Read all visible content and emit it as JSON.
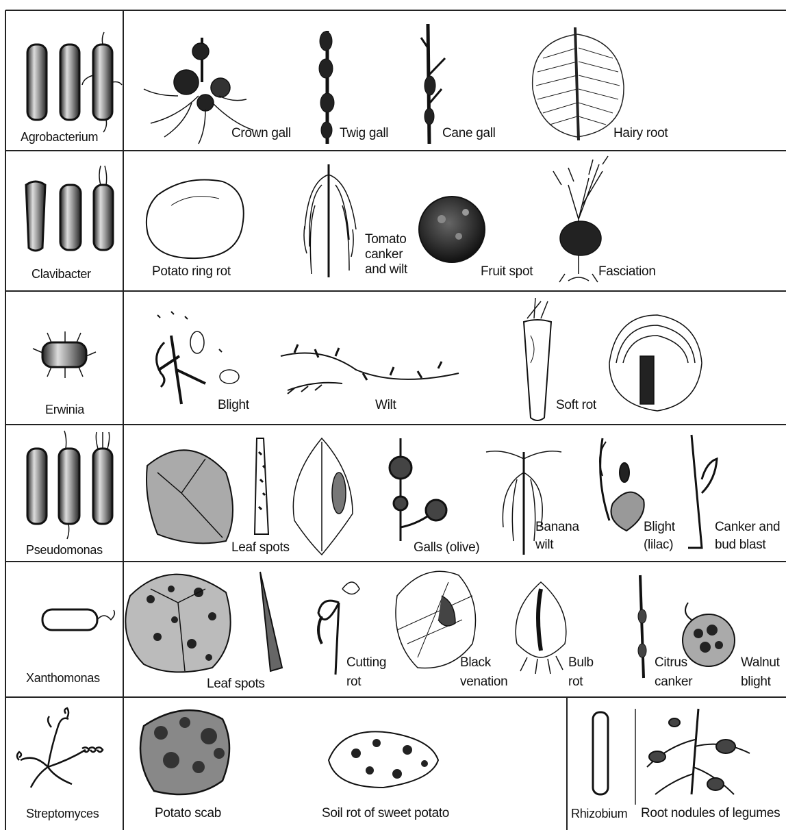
{
  "rows": [
    {
      "organism": "Agrobacterium",
      "diseases": [
        "Crown gall",
        "Twig gall",
        "Cane gall",
        "Hairy root"
      ]
    },
    {
      "organism": "Clavibacter",
      "diseases": [
        "Potato ring rot",
        "Tomato\ncanker\nand wilt",
        "Fruit spot",
        "Fasciation"
      ]
    },
    {
      "organism": "Erwinia",
      "diseases": [
        "Blight",
        "Wilt",
        "Soft rot"
      ]
    },
    {
      "organism": "Pseudomonas",
      "diseases": [
        "Leaf spots",
        "Galls (olive)",
        "Banana\nwilt",
        "Blight\n(lilac)",
        "Canker and\nbud blast"
      ]
    },
    {
      "organism": "Xanthomonas",
      "diseases": [
        "Leaf spots",
        "Cutting\nrot",
        "Black\nvenation",
        "Bulb\nrot",
        "Citrus\ncanker",
        "Walnut\nblight"
      ]
    },
    {
      "organism": "Streptomyces",
      "diseases": [
        "Potato scab",
        "Soil rot of sweet potato"
      ]
    }
  ],
  "extra": {
    "organism": "Rhizobium",
    "disease": "Root nodules of legumes"
  },
  "colors": {
    "ink": "#111111",
    "paper": "#ffffff"
  }
}
